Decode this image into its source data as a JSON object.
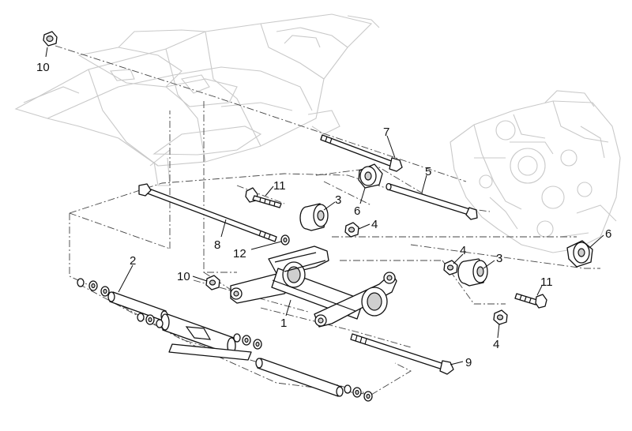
{
  "diagram": {
    "callouts": [
      {
        "id": "c10a",
        "label": "10"
      },
      {
        "id": "c7",
        "label": "7"
      },
      {
        "id": "c5",
        "label": "5"
      },
      {
        "id": "c11a",
        "label": "11"
      },
      {
        "id": "c3a",
        "label": "3"
      },
      {
        "id": "c6a",
        "label": "6"
      },
      {
        "id": "c4a",
        "label": "4"
      },
      {
        "id": "c8",
        "label": "8"
      },
      {
        "id": "c12",
        "label": "12"
      },
      {
        "id": "c2",
        "label": "2"
      },
      {
        "id": "c10b",
        "label": "10"
      },
      {
        "id": "c1",
        "label": "1"
      },
      {
        "id": "c4b",
        "label": "4"
      },
      {
        "id": "c3b",
        "label": "3"
      },
      {
        "id": "c6b",
        "label": "6"
      },
      {
        "id": "c11b",
        "label": "11"
      },
      {
        "id": "c4c",
        "label": "4"
      },
      {
        "id": "c9",
        "label": "9"
      }
    ]
  }
}
